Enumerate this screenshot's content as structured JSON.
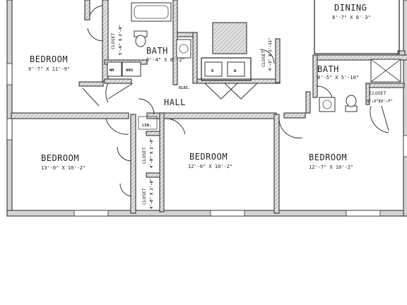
{
  "rooms": {
    "dining": {
      "name": "DINING",
      "dim": "8'-7\" X 8'-3\""
    },
    "bedroom_top_left": {
      "name": "BEDROOM",
      "dim": "9'-7\" X 11'-9\""
    },
    "bath_center": {
      "name": "BATH",
      "dim": "8'-4\" X 8'-2\""
    },
    "bath_right": {
      "name": "BATH",
      "dim": "8'-5\" X 5'-10\""
    },
    "hall": {
      "name": "HALL"
    },
    "bedroom_bottom_left": {
      "name": "BEDROOM",
      "dim": "13'-0\" X 10'-2\""
    },
    "bedroom_bottom_center": {
      "name": "BEDROOM",
      "dim": "12'-6\" X 10'-2\""
    },
    "bedroom_bottom_right": {
      "name": "BEDROOM",
      "dim": "12'-7\" X 10'-2\""
    }
  },
  "closets": {
    "top_left": {
      "name": "CLOSET",
      "dim": "5'-6\" X 2'-0\""
    },
    "hall": {
      "name": "CLOSET",
      "dim": "4'-3\" X 1'-11\""
    },
    "bath_right": {
      "name": "CLOSET",
      "dim": "3'-2\"X2'-7\""
    },
    "mid_upper": {
      "name": "CLOSET",
      "dim": "4'-0\" X 2'-0\""
    },
    "mid_lower": {
      "name": "CLOSET",
      "dim": "4'-0\" X 2'-0\""
    }
  },
  "labels": {
    "linen": "LIN.",
    "electrical": "ELEC.",
    "water_heater": "WH",
    "air_handler": "AHU",
    "washer": "W",
    "dryer": "D"
  }
}
